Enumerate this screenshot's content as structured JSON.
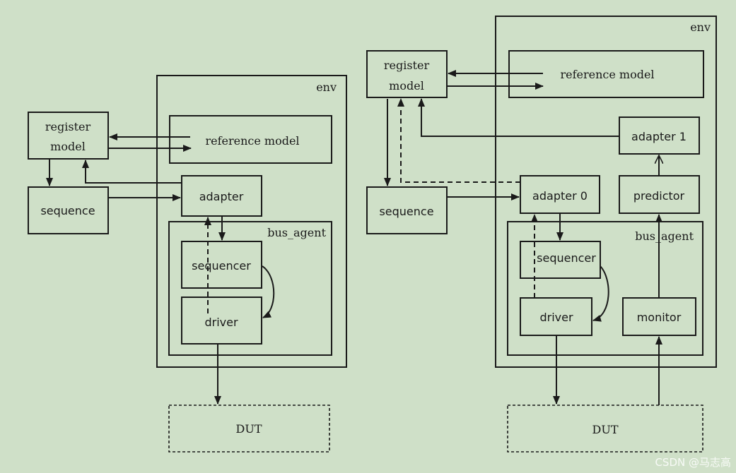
{
  "left": {
    "env": "env",
    "register_model": [
      "register",
      "model"
    ],
    "reference_model": "reference model",
    "sequence": "sequence",
    "adapter": "adapter",
    "bus_agent": "bus_agent",
    "sequencer": "sequencer",
    "driver": "driver",
    "dut": "DUT"
  },
  "right": {
    "env": "env",
    "register_model": [
      "register",
      "model"
    ],
    "reference_model": "reference model",
    "adapter1": "adapter 1",
    "sequence": "sequence",
    "adapter0": "adapter 0",
    "predictor": "predictor",
    "bus_agent": "bus_agent",
    "sequencer": "sequencer",
    "driver": "driver",
    "monitor": "monitor",
    "dut": "DUT"
  },
  "watermark": "CSDN @马志高"
}
